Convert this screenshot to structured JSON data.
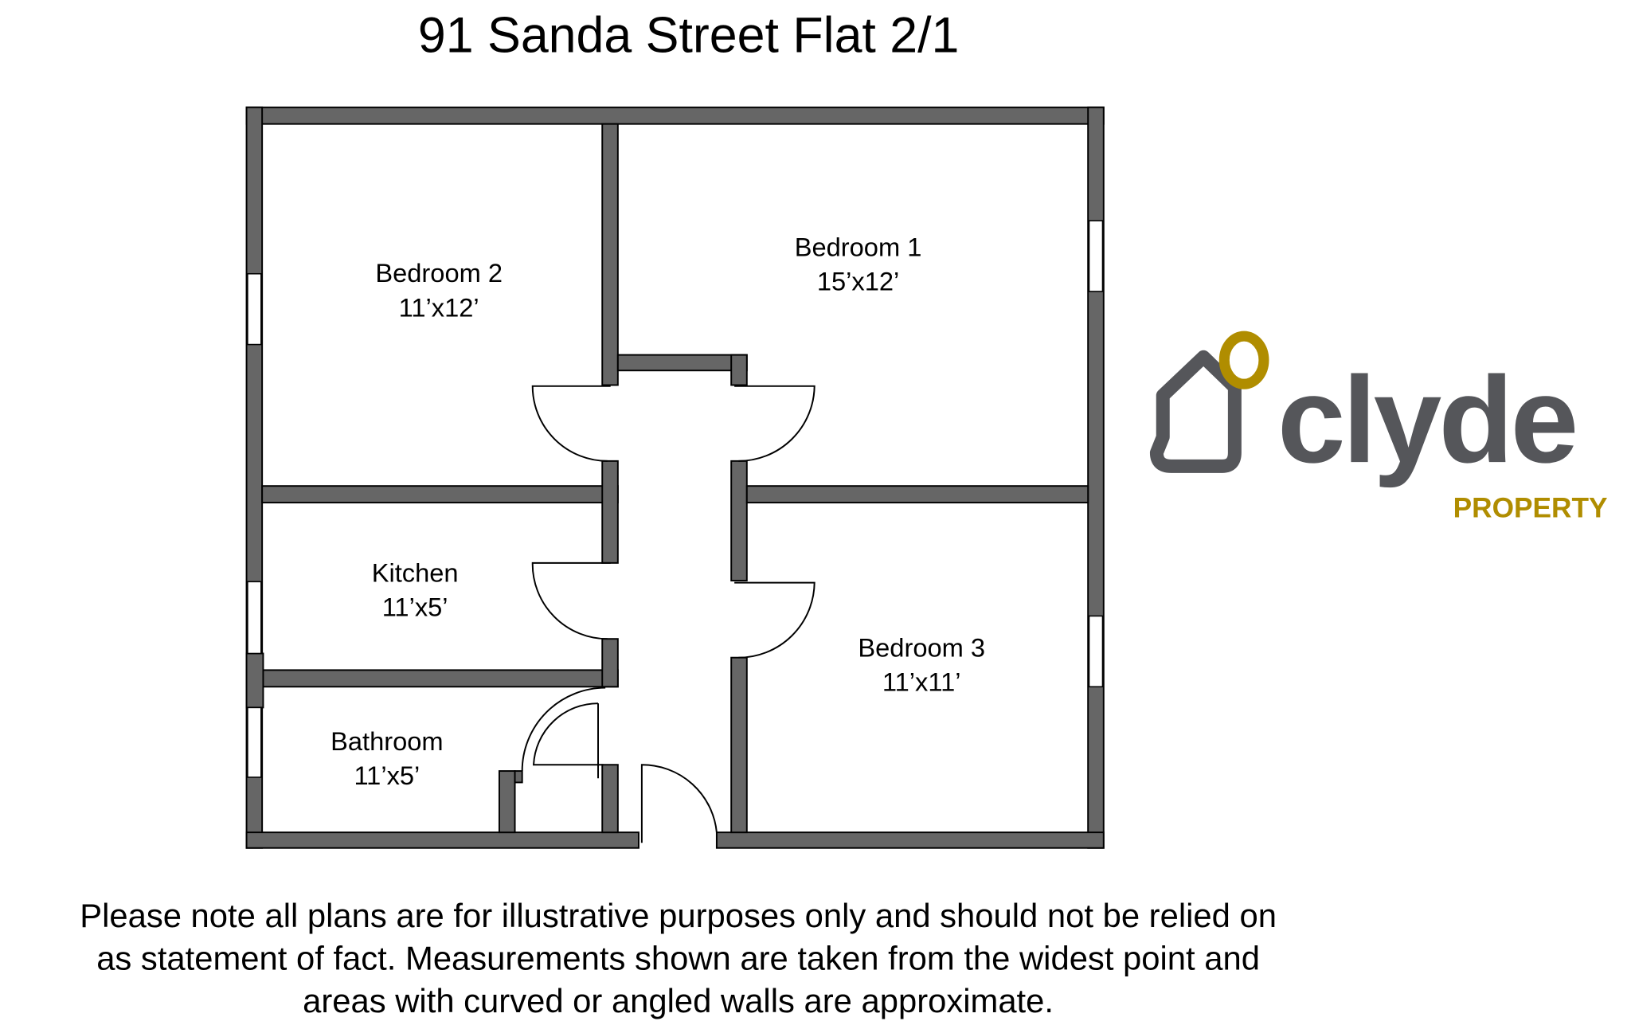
{
  "title": "91 Sanda Street Flat 2/1",
  "rooms": [
    {
      "name": "Bedroom 2",
      "size": "11’x12’"
    },
    {
      "name": "Bedroom 1",
      "size": "15’x12’"
    },
    {
      "name": "Kitchen",
      "size": "11’x5’"
    },
    {
      "name": "Bedroom 3",
      "size": "11’x11’"
    },
    {
      "name": "Bathroom",
      "size": "11’x5’"
    }
  ],
  "logo": {
    "name": "clyde",
    "sub": "PROPERTY",
    "gray": "#55565a",
    "gold": "#b08d00"
  },
  "disclaimer": [
    "Please note all plans are for illustrative purposes only and should not be relied on",
    "as statement of fact. Measurements shown are taken from the widest point and",
    "areas with curved or angled walls are approximate."
  ]
}
